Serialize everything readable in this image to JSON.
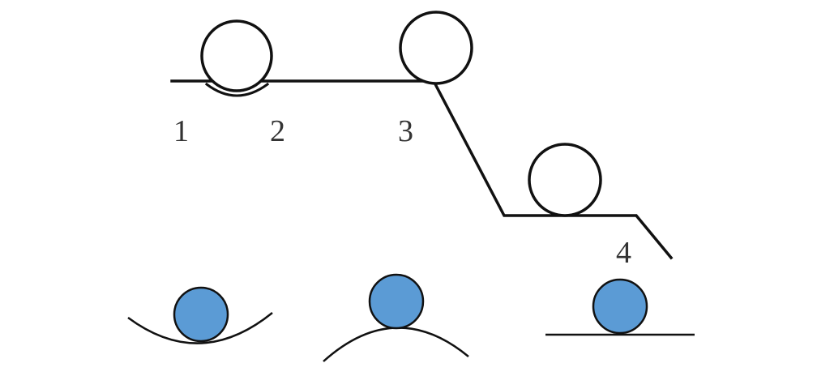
{
  "track": {
    "point_labels": [
      "1",
      "2",
      "3",
      "4"
    ]
  },
  "equilibrium_examples": {
    "items": [
      {
        "surface": "concave"
      },
      {
        "surface": "convex"
      },
      {
        "surface": "flat"
      }
    ]
  },
  "colors": {
    "line": "#111111",
    "ball_fill": "#5b9bd5",
    "ball_outline_fill": "#ffffff",
    "label": "#333333"
  }
}
